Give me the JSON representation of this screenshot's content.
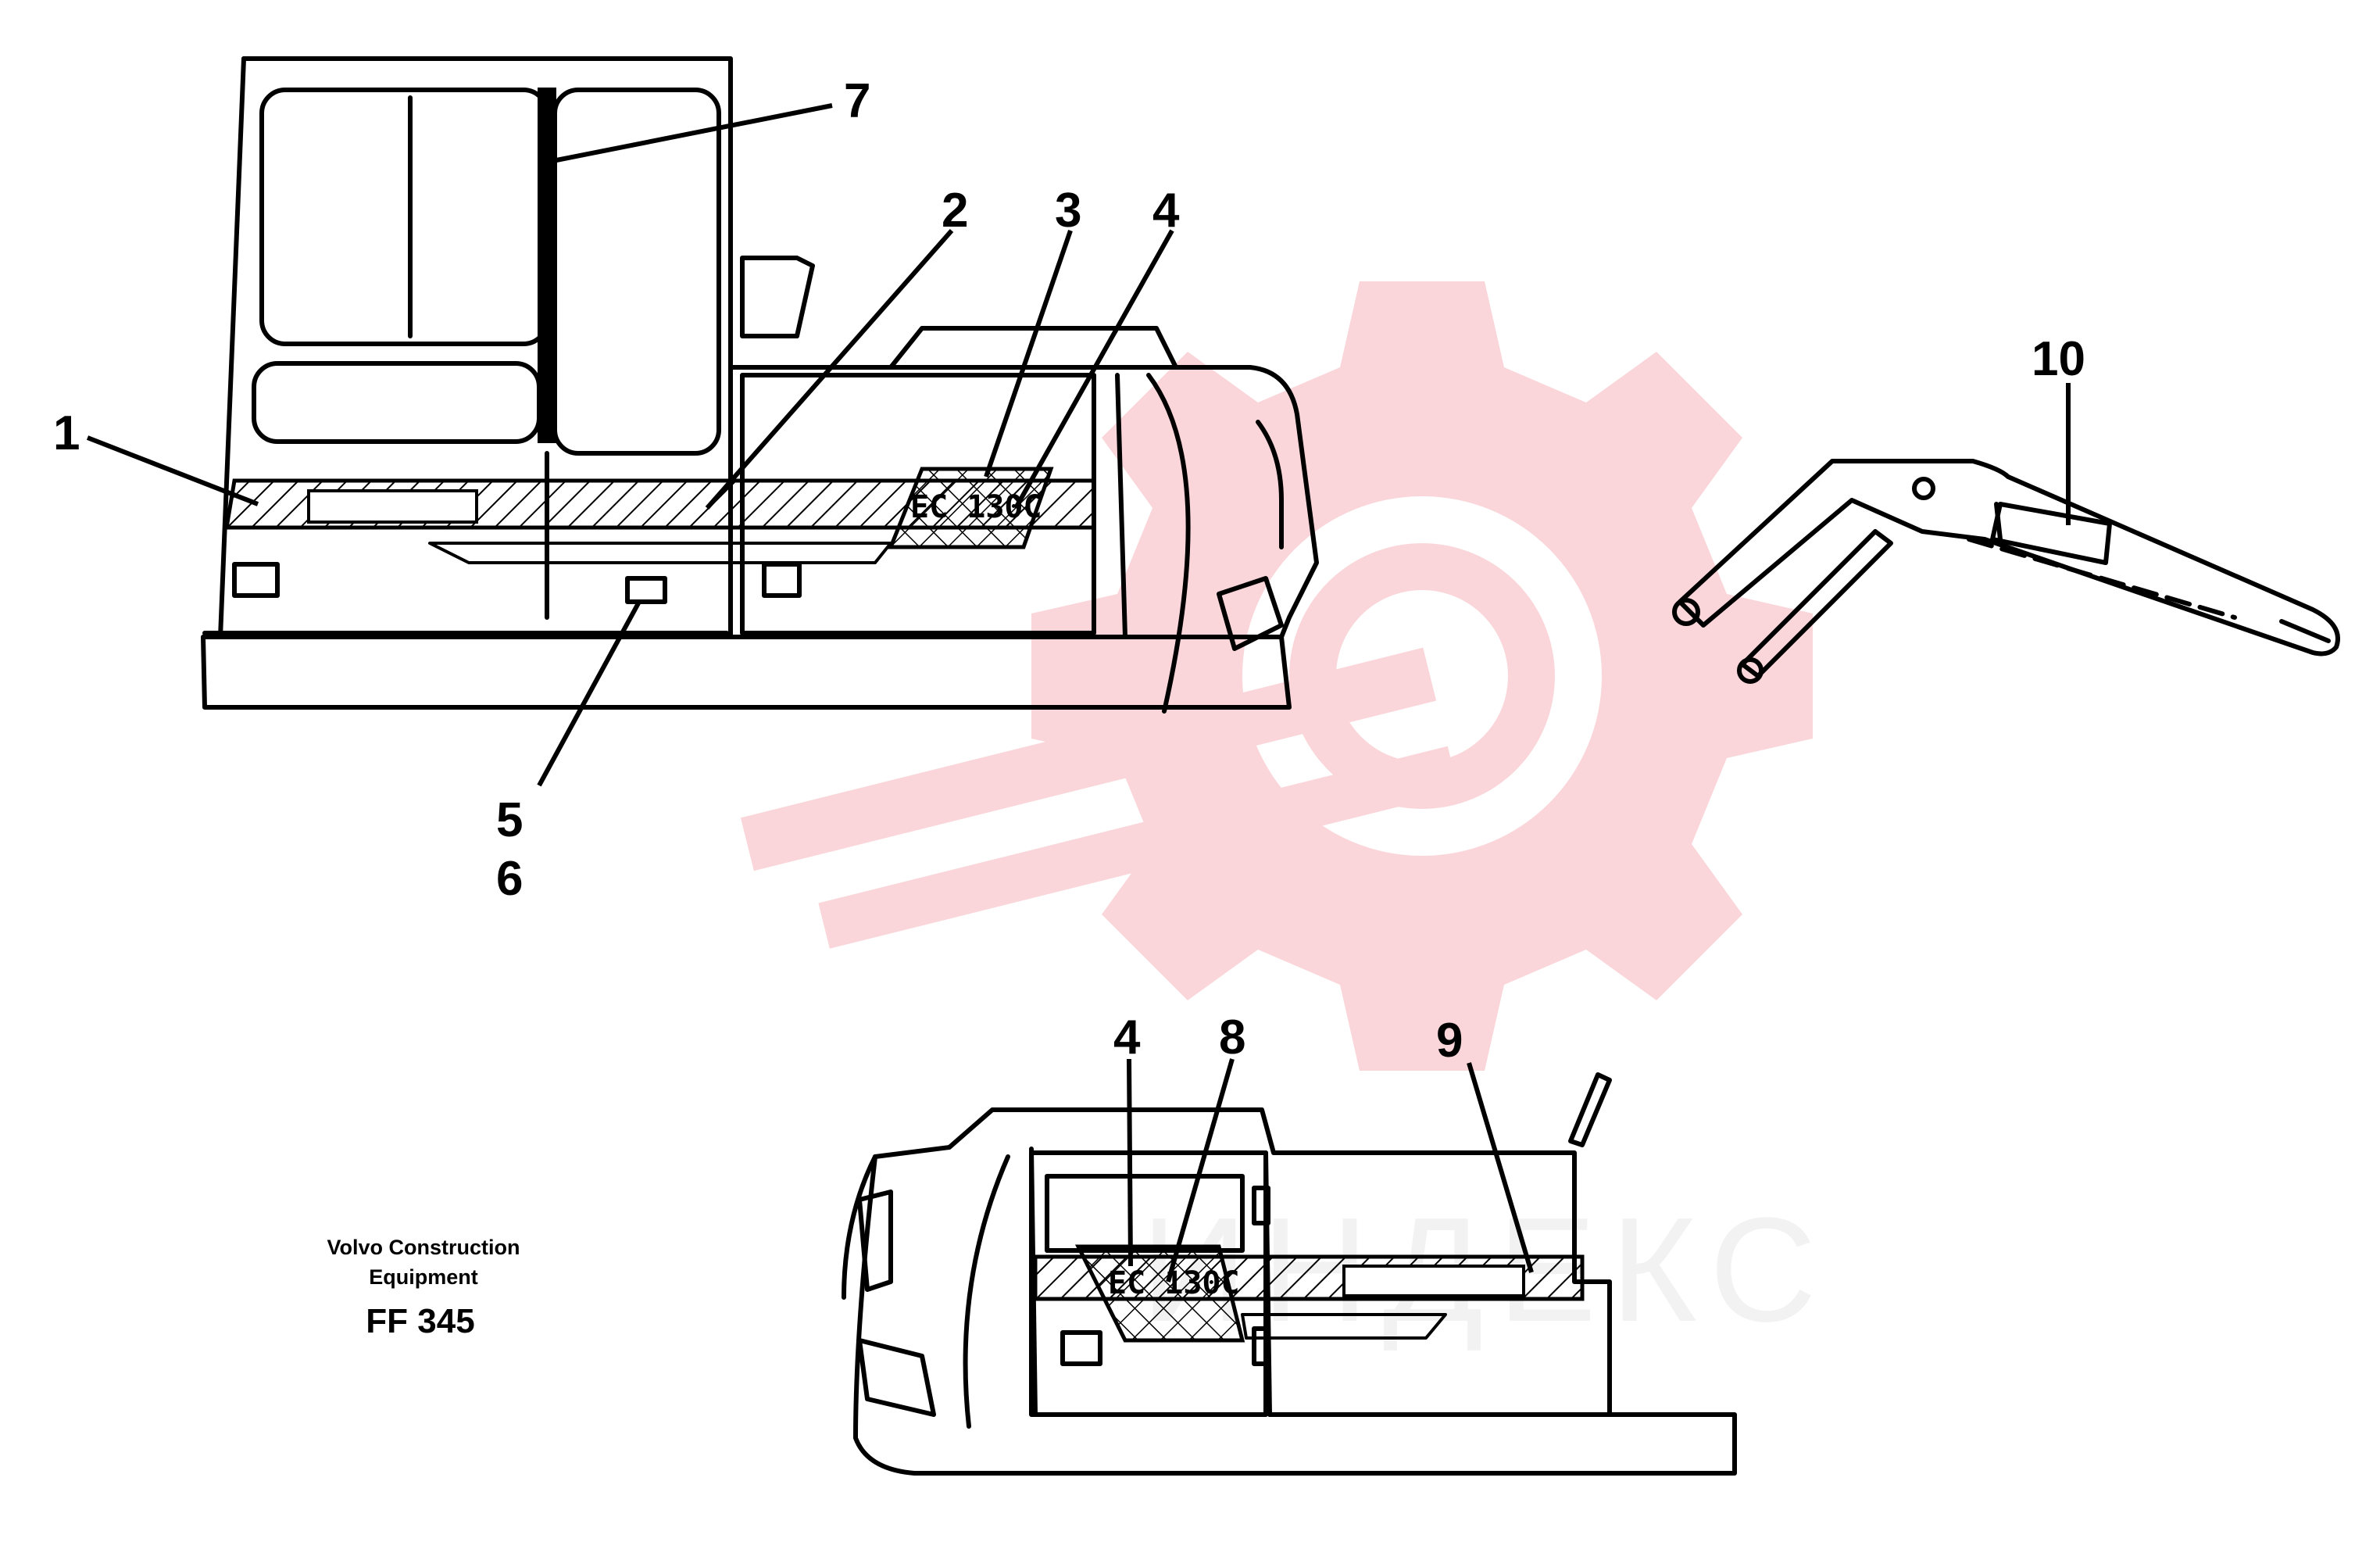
{
  "callouts": {
    "c1": "1",
    "c2": "2",
    "c3": "3",
    "c4": "4",
    "c5": "5",
    "c6": "6",
    "c7": "7",
    "c4b": "4",
    "c8": "8",
    "c9": "9",
    "c10": "10"
  },
  "decal": {
    "side_text": "EC 130C",
    "rear_text": "EC 130C"
  },
  "caption": {
    "maker_line1": "Volvo Construction",
    "maker_line2": "Equipment",
    "code": "FF 345"
  },
  "watermark": {
    "text": "ИНДЕКС",
    "color": "#f4a0a8"
  }
}
